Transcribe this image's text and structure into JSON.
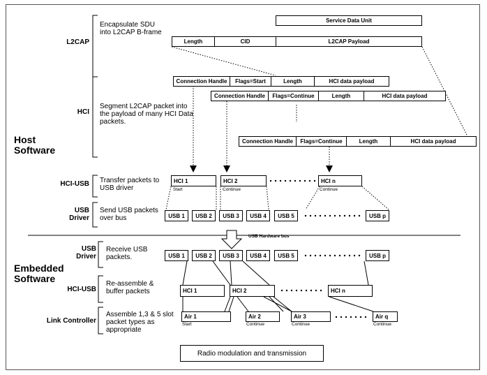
{
  "sections": {
    "host": "Host Software",
    "embedded": "Embedded Software",
    "usb_hw_bus": "USB Hardware bus"
  },
  "layers": {
    "l2cap": "L2CAP",
    "hci": "HCI",
    "hci_usb": "HCI-USB",
    "usb_driver": "USB Driver",
    "usb_driver_2": "USB Driver",
    "hci_usb_2": "HCI-USB",
    "link_controller": "Link Controller"
  },
  "descriptions": {
    "l2cap": "Encapsulate SDU into L2CAP B-frame",
    "hci": "Segment L2CAP packet into the payload of many HCI Data packets.",
    "hci_usb": "Transfer packets to USB driver",
    "usb_driver": "Send USB packets over bus",
    "usb_receive": "Receive USB packets.",
    "reassemble": "Re-assemble & buffer packets",
    "assemble": "Assemble 1,3 & 5 slot packet types as appropriate"
  },
  "l2cap": {
    "sdu": "Service Data Unit",
    "fields": [
      "Length",
      "CID",
      "L2CAP Payload"
    ]
  },
  "hci_packets": [
    [
      "Connection Handle",
      "Flags=Start",
      "Length",
      "HCI data payload"
    ],
    [
      "Connection Handle",
      "Flags=Continue",
      "Length",
      "HCI data payload"
    ],
    [
      "Connection Handle",
      "Flags=Continue",
      "Length",
      "HCI data payload"
    ]
  ],
  "hci_usb_host": [
    {
      "label": "HCI 1",
      "sub": "Start"
    },
    {
      "label": "HCI 2",
      "sub": "Continue"
    },
    {
      "label": "HCI n",
      "sub": "Continue"
    }
  ],
  "usb_host": [
    "USB 1",
    "USB 2",
    "USB 3",
    "USB 4",
    "USB 5",
    "USB p"
  ],
  "usb_embedded": [
    "USB 1",
    "USB 2",
    "USB 3",
    "USB 4",
    "USB 5",
    "USB p"
  ],
  "hci_embedded": [
    "HCI 1",
    "HCI 2",
    "HCI n"
  ],
  "air": [
    {
      "label": "Air 1",
      "sub": "Start"
    },
    {
      "label": "Air 2",
      "sub": "Continue"
    },
    {
      "label": "Air 3",
      "sub": "Continue"
    },
    {
      "label": "Air q",
      "sub": "Continue"
    }
  ],
  "radio": "Radio modulation and transmission"
}
